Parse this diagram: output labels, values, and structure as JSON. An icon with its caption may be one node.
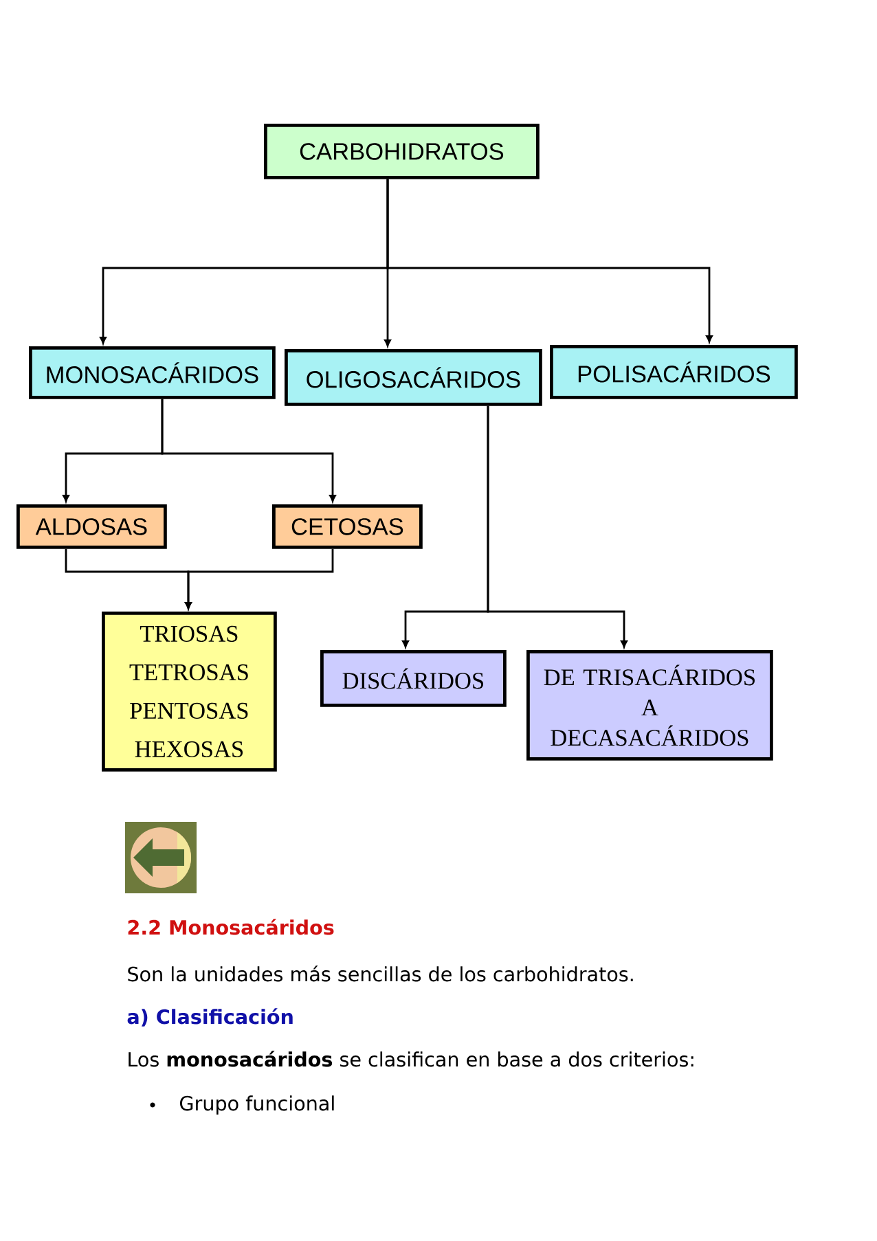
{
  "diagram": {
    "nodes": [
      {
        "text": [
          "CARBOHIDRATOS"
        ]
      },
      {
        "text": [
          "MONOSACÁRIDOS"
        ]
      },
      {
        "text": [
          "OLIGOSACÁRIDOS"
        ]
      },
      {
        "text": [
          "POLISACÁRIDOS"
        ]
      },
      {
        "text": [
          "ALDOSAS"
        ]
      },
      {
        "text": [
          "CETOSAS"
        ]
      },
      {
        "text": [
          "TRIOSAS",
          "TETROSAS",
          "PENTOSAS",
          "HEXOSAS"
        ]
      },
      {
        "text": [
          "DISCÁRIDOS"
        ]
      },
      {
        "text": [
          "DE TRISACÁRIDOS A DECASACÁRIDOS"
        ]
      }
    ],
    "edges": [
      {
        "from": 0,
        "to": 1,
        "arrow": "to"
      },
      {
        "from": 0,
        "to": 2,
        "arrow": "to"
      },
      {
        "from": 0,
        "to": 3,
        "arrow": "to"
      },
      {
        "from": 1,
        "to": 4,
        "arrow": "to"
      },
      {
        "from": 1,
        "to": 5,
        "arrow": "to"
      },
      {
        "from": 4,
        "to": 6,
        "arrow": "to"
      },
      {
        "from": 5,
        "to": 6,
        "arrow": "to"
      },
      {
        "from": 2,
        "to": 7,
        "arrow": "to"
      },
      {
        "from": 2,
        "to": 8,
        "arrow": "to"
      }
    ],
    "labels": [
      "2.2 Monosacáridos",
      "Son la unidades más sencillas de los carbohidratos.",
      "a) Clasificación",
      "Los **monosacáridos** se clasifican en base a dos criterios:",
      "Grupo funcional"
    ]
  }
}
